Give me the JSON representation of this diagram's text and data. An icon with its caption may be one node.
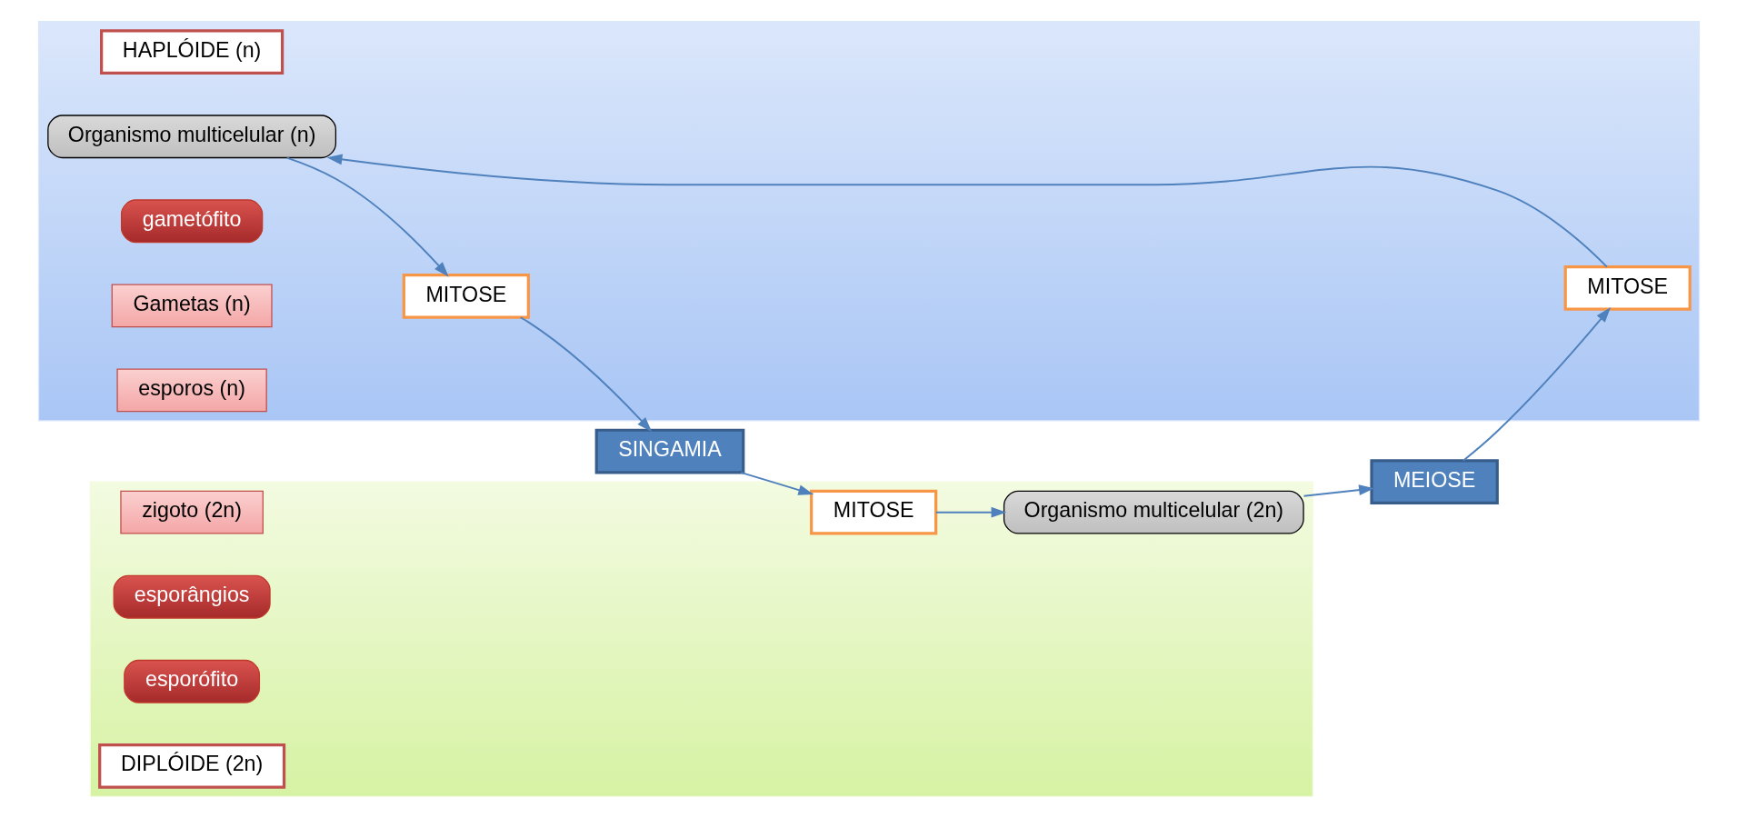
{
  "diagram": {
    "nodes": [
      {
        "text": [],
        "shape": "box"
      },
      {
        "text": [
          "HAPLÓIDE (n)"
        ],
        "in": 0
      },
      {
        "text": [
          "Organismo multicelular (n)"
        ],
        "in": 0
      },
      {
        "text": [
          "gametófito"
        ],
        "in": 0
      },
      {
        "text": [
          "Gametas (n)"
        ],
        "in": 0
      },
      {
        "text": [
          "esporos (n)"
        ],
        "in": 0
      },
      {
        "text": [
          "MITOSE"
        ],
        "in": 0
      },
      {
        "text": [
          "MITOSE"
        ],
        "in": 0
      },
      {
        "text": [
          "MEIOSE"
        ]
      },
      {
        "text": [
          "SINGAMIA"
        ]
      },
      {
        "text": [],
        "shape": "box"
      },
      {
        "text": [
          "MITOSE"
        ],
        "in": 10
      },
      {
        "text": [
          "zigoto (2n)"
        ],
        "in": 10
      },
      {
        "text": [
          "esporângios"
        ],
        "in": 10
      },
      {
        "text": [
          "esporófito"
        ],
        "in": 10
      },
      {
        "text": [
          "DIPLÓIDE (2n)"
        ],
        "in": 10
      },
      {
        "text": [
          "Organismo multicelular (2n)"
        ],
        "in": 10
      }
    ],
    "edges": [
      {
        "from": 8,
        "to": 6,
        "arrow": "to"
      },
      {
        "from": 6,
        "to": 2,
        "arrow": "to"
      },
      {
        "from": 2,
        "to": 7,
        "arrow": "to"
      },
      {
        "from": 7,
        "to": 9,
        "arrow": "to"
      },
      {
        "from": 9,
        "to": 11,
        "arrow": "to"
      },
      {
        "from": 11,
        "to": 16,
        "arrow": "to"
      },
      {
        "from": 16,
        "to": 8,
        "arrow": "to"
      }
    ]
  }
}
